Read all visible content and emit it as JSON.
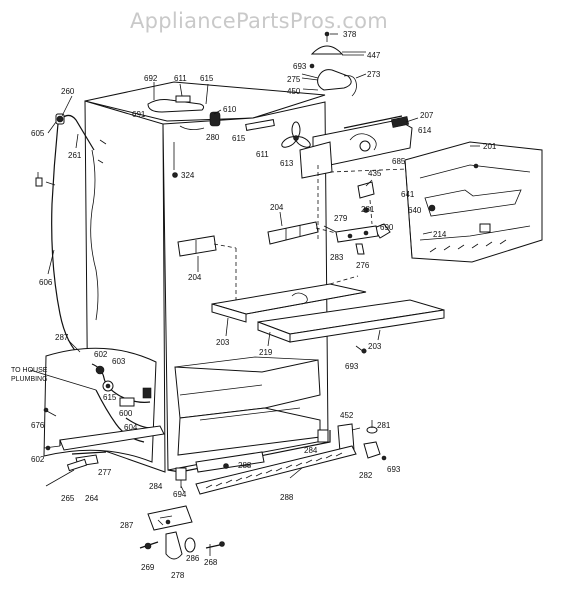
{
  "watermark": "AppliancePartsPros.com",
  "note_lines": [
    "TO HOUSE",
    "PLUMBING"
  ],
  "callouts": [
    "378",
    "447",
    "693",
    "275",
    "273",
    "450",
    "692",
    "611",
    "615",
    "691",
    "610",
    "280",
    "615",
    "260",
    "605",
    "261",
    "207",
    "614",
    "685",
    "201",
    "613",
    "611",
    "324",
    "435",
    "641",
    "640",
    "214",
    "606",
    "204",
    "279",
    "281",
    "690",
    "283",
    "276",
    "204",
    "203",
    "219",
    "203",
    "693",
    "287",
    "602",
    "603",
    "615",
    "600",
    "604",
    "676",
    "452",
    "281",
    "602",
    "277",
    "284",
    "288",
    "288",
    "282",
    "693",
    "265",
    "264",
    "284",
    "694",
    "287",
    "286",
    "269",
    "278",
    "268"
  ]
}
